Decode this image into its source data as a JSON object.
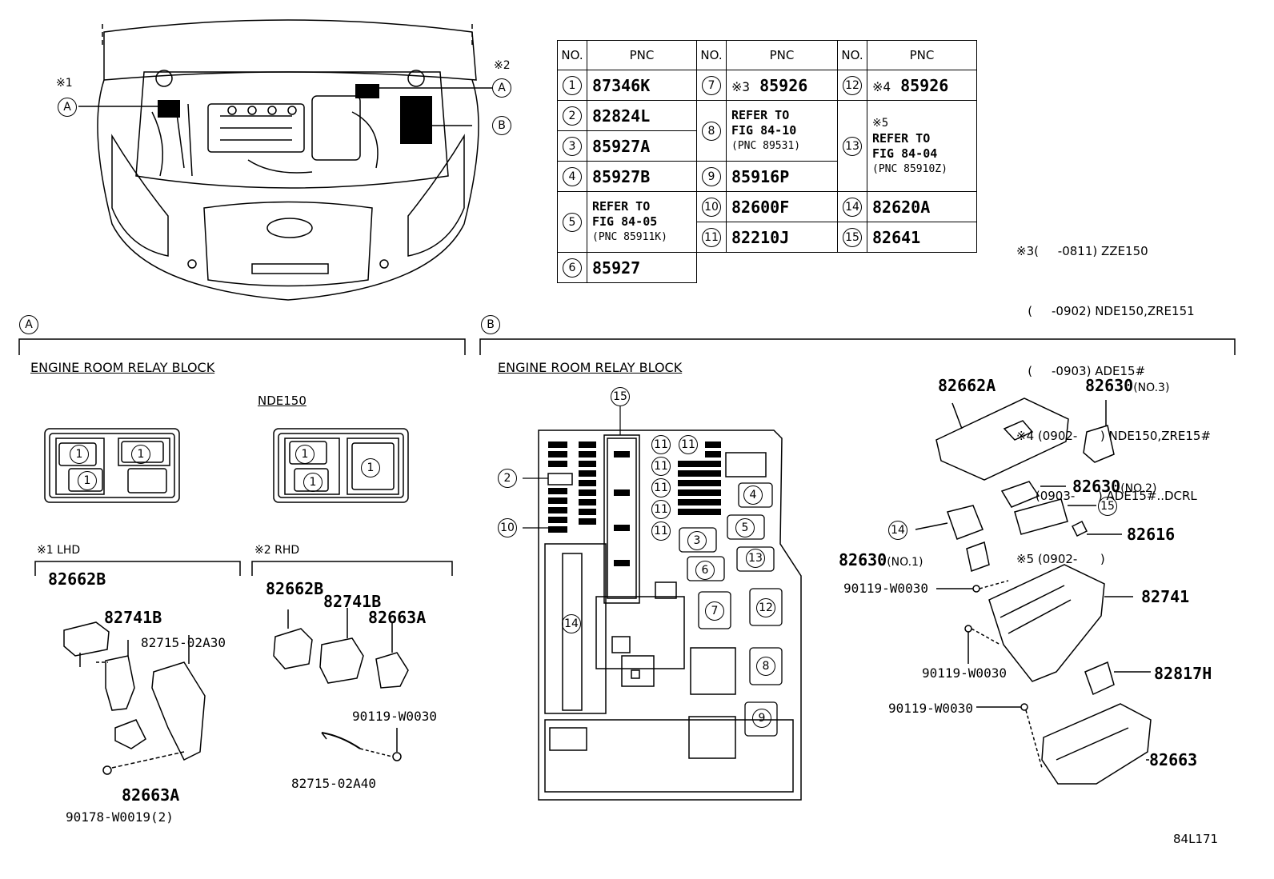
{
  "callouts": {
    "mark1": "※1",
    "mark2": "※2",
    "A": "A",
    "B": "B"
  },
  "table": {
    "headers": [
      "NO.",
      "PNC",
      "NO.",
      "PNC",
      "NO.",
      "PNC"
    ],
    "rows": [
      {
        "no": "1",
        "pnc": "87346K"
      },
      {
        "no": "2",
        "pnc": "82824L"
      },
      {
        "no": "3",
        "pnc": "85927A"
      },
      {
        "no": "4",
        "pnc": "85927B"
      },
      {
        "no": "5",
        "pnc_lines": [
          "REFER TO",
          "FIG 84-05",
          "(PNC 85911K)"
        ]
      },
      {
        "no": "6",
        "pnc": "85927"
      },
      {
        "no": "7",
        "mark": "※3",
        "pnc": "85926"
      },
      {
        "no": "8",
        "pnc_lines": [
          "REFER TO",
          "FIG 84-10",
          "(PNC 89531)"
        ]
      },
      {
        "no": "9",
        "pnc": "85916P"
      },
      {
        "no": "10",
        "pnc": "82600F"
      },
      {
        "no": "11",
        "pnc": "82210J"
      },
      {
        "no": "12",
        "mark": "※4",
        "pnc": "85926"
      },
      {
        "no": "13",
        "mark": "※5",
        "pnc_lines": [
          "REFER TO",
          "FIG 84-04",
          "(PNC 85910Z)"
        ]
      },
      {
        "no": "14",
        "pnc": "82620A"
      },
      {
        "no": "15",
        "pnc": "82641"
      }
    ]
  },
  "notes": [
    "※3(     -0811) ZZE150",
    "   (     -0902) NDE150,ZRE151",
    "   (     -0903) ADE15#",
    "※4 (0902-      ) NDE150,ZRE15#",
    "     (0903-      ) ADE15#..DCRL",
    "※5 (0902-      )"
  ],
  "sectionA": {
    "tag": "A",
    "title": "ENGINE ROOM RELAY BLOCK",
    "variant": "NDE150",
    "lhd": "※1 LHD",
    "rhd": "※2 RHD",
    "relay_no": "1",
    "lhd_parts": [
      "82662B",
      "82741B",
      "82715-02A30",
      "82663A",
      "90178-W0019(2)"
    ],
    "rhd_parts": [
      "82662B",
      "82741B",
      "82663A",
      "90119-W0030",
      "82715-02A40"
    ]
  },
  "sectionB": {
    "tag": "B",
    "title": "ENGINE ROOM RELAY BLOCK",
    "block_nums": [
      "15",
      "2",
      "10",
      "14",
      "11",
      "11",
      "11",
      "11",
      "11",
      "11",
      "4",
      "5",
      "3",
      "13",
      "6",
      "7",
      "12",
      "8",
      "9"
    ],
    "parts": {
      "p82662A": "82662A",
      "p82630_3": "82630",
      "p82630_3_note": "(NO.3)",
      "p82630_2": "82630",
      "p82630_2_note": "(NO.2)",
      "p15": "15",
      "p14": "14",
      "p82616": "82616",
      "p82630_1": "82630",
      "p82630_1_note": "(NO.1)",
      "p90119a": "90119-W0030",
      "p82741": "82741",
      "p90119b": "90119-W0030",
      "p82817H": "82817H",
      "p90119c": "90119-W0030",
      "p82663": "82663"
    }
  },
  "figure_id": "84L171"
}
